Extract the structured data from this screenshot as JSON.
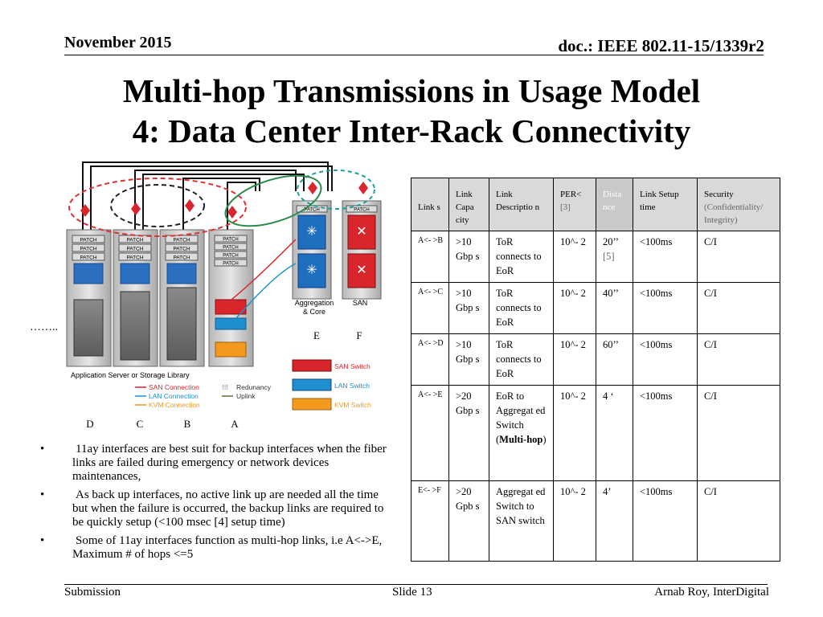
{
  "header": {
    "date": "November 2015",
    "doc": "doc.: IEEE 802.11-15/1339r2"
  },
  "title": {
    "line1": "Multi-hop Transmissions in Usage Model",
    "line2": "4: Data Center Inter-Rack Connectivity"
  },
  "diagram": {
    "patch_label": "PATCH",
    "caption": "Application Server or Storage Library",
    "agg_label_1": "Aggregation",
    "agg_label_2": "& Core",
    "san_label": "SAN",
    "rack_labels": [
      "D",
      "C",
      "B",
      "A"
    ],
    "e_label": "E",
    "f_label": "F",
    "ellipsis": "……..",
    "legend": {
      "san_conn": "SAN Connection",
      "lan_conn": "LAN Connection",
      "kvm_conn": "KVM Connection",
      "redundancy": "Redunancy",
      "uplink": "Uplink",
      "san_switch": "SAN Switch",
      "lan_switch": "LAN Switch",
      "kvm_switch": "KVM Switch"
    },
    "colors": {
      "san": "#d9262c",
      "lan": "#1e90d0",
      "kvm": "#f39a1e",
      "ellipse_red": "#e03030",
      "ellipse_green": "#2a8a4a",
      "ellipse_teal": "#1aa0a0"
    }
  },
  "table": {
    "headers": {
      "link": "Link s",
      "capacity": "Link Capa city",
      "description": "Link Descriptio n",
      "per": "PER<",
      "per_ref": "[3]",
      "distance": "Dista nce",
      "setup": "Link Setup time",
      "security": "Security",
      "security_note": "(Confidentiality/ Integrity)"
    },
    "rows": [
      {
        "link": "A<- >B",
        "cap": ">10 Gbp s",
        "desc": "ToR connects to EoR",
        "desc_bold": "",
        "per": "10^- 2",
        "dist": "20’’",
        "dist_ref": "[5]",
        "setup": "<100ms",
        "sec": "C/I"
      },
      {
        "link": "A<- >C",
        "cap": ">10 Gbp s",
        "desc": "ToR connects to EoR",
        "desc_bold": "",
        "per": "10^- 2",
        "dist": "40’’",
        "dist_ref": "",
        "setup": "<100ms",
        "sec": "C/I"
      },
      {
        "link": "A<- >D",
        "cap": ">10 Gbp s",
        "desc": "ToR connects to EoR",
        "desc_bold": "",
        "per": "10^- 2",
        "dist": "60’’",
        "dist_ref": "",
        "setup": "<100ms",
        "sec": "C/I"
      },
      {
        "link": "A<- >E",
        "cap": ">20 Gbp s",
        "desc": "EoR to Aggregat ed Switch (",
        "desc_bold": "Multi-hop",
        "desc_tail": ")",
        "per": "10^- 2",
        "dist": "4 ‘",
        "dist_ref": "",
        "setup": "<100ms",
        "sec": "C/I"
      },
      {
        "link": "E<- >F",
        "cap": ">20 Gpb s",
        "desc": "Aggregat ed Switch to SAN switch",
        "desc_bold": "",
        "per": "10^- 2",
        "dist": "4’",
        "dist_ref": "",
        "setup": "<100ms",
        "sec": "C/I"
      }
    ]
  },
  "bullets": [
    "11ay interfaces are best suit for backup interfaces when the fiber links are failed during emergency or network devices maintenances,",
    "As back up interfaces, no active link up are needed all the time but when the failure is occurred, the backup links are required to be quickly setup (<100 msec [4] setup time)",
    "Some of 11ay interfaces function as multi-hop links, i.e A<->E, Maximum # of hops <=5"
  ],
  "bullet_char": "•",
  "footer": {
    "submission": "Submission",
    "slide": "Slide 13",
    "author": "Arnab Roy, InterDigital"
  }
}
